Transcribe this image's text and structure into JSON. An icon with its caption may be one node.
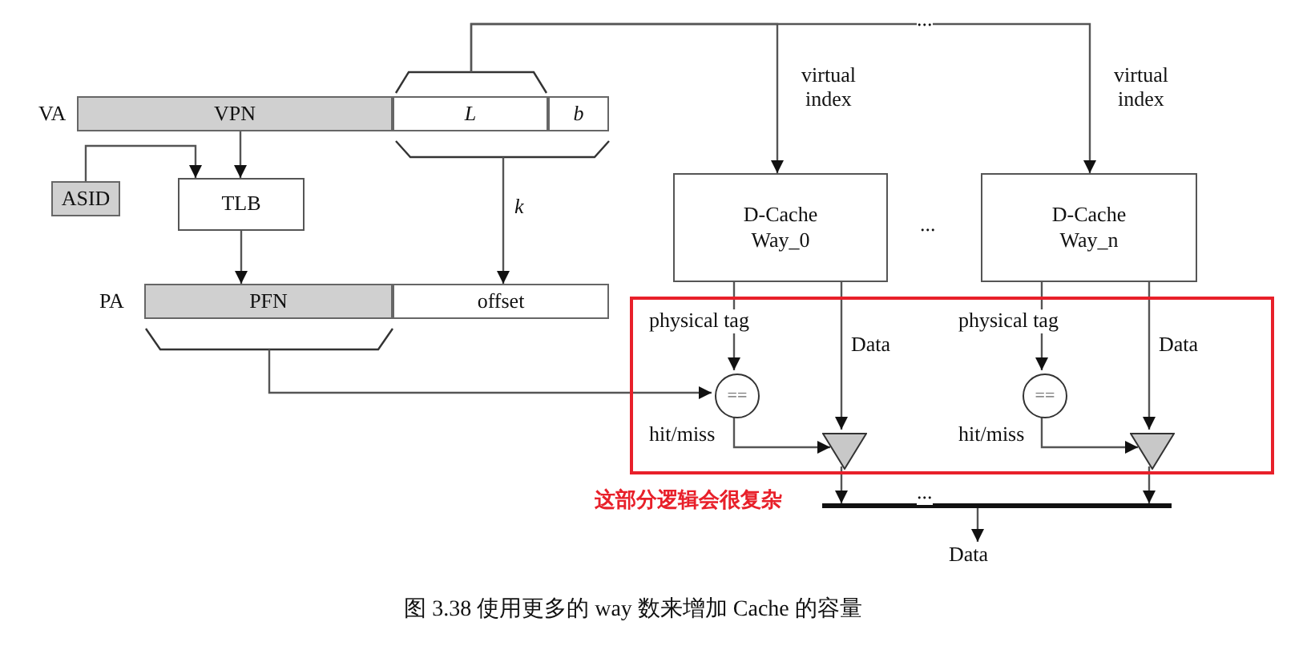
{
  "diagram": {
    "caption": "图 3.38 使用更多的 way 数来增加 Cache 的容量",
    "nodes": [
      {
        "text": [
          "VPN"
        ],
        "beside": [
          "VA"
        ]
      },
      {
        "text": [
          "L"
        ]
      },
      {
        "text": [
          "b"
        ]
      },
      {
        "text": [
          "ASID"
        ]
      },
      {
        "text": [
          "TLB"
        ]
      },
      {
        "text": [
          "D-Cache Way_0"
        ]
      },
      {
        "text": [
          "D-Cache Way_n"
        ]
      },
      {
        "text": [
          "PFN"
        ],
        "beside": [
          "PA"
        ]
      },
      {
        "text": [
          "offset"
        ]
      },
      {
        "text": [
          "这部分逻辑会很复杂"
        ]
      },
      {
        "text": [
          "=="
        ],
        "in": 9
      },
      {
        "text": [],
        "shape": "triangle",
        "in": 9
      },
      {
        "text": [
          "=="
        ],
        "in": 9
      },
      {
        "text": [],
        "shape": "triangle",
        "in": 9
      },
      {
        "text": [],
        "shape": "bar"
      },
      {
        "text": [
          "Data"
        ]
      }
    ],
    "edges": [
      {
        "from": 0,
        "to": 4,
        "arrow": "to"
      },
      {
        "from": 3,
        "to": 4,
        "arrow": "to"
      },
      {
        "from": 4,
        "to": 7,
        "arrow": "to"
      },
      {
        "from": 1,
        "to": 8,
        "arrow": "to",
        "label": "k"
      },
      {
        "from": 1,
        "to": 5,
        "arrow": "to",
        "label": "virtual index"
      },
      {
        "from": 1,
        "to": 6,
        "arrow": "to",
        "label": "virtual index"
      },
      {
        "from": 7,
        "to": 10,
        "arrow": "to"
      },
      {
        "from": 5,
        "to": 10,
        "arrow": "to",
        "label": "physical tag"
      },
      {
        "from": 5,
        "to": 11,
        "arrow": "to",
        "label": "Data"
      },
      {
        "from": 10,
        "to": 11,
        "arrow": "to",
        "label": "hit/miss"
      },
      {
        "from": 11,
        "to": 14,
        "arrow": "to"
      },
      {
        "from": 6,
        "to": 12,
        "arrow": "to",
        "label": "physical tag"
      },
      {
        "from": 6,
        "to": 13,
        "arrow": "to",
        "label": "Data"
      },
      {
        "from": 12,
        "to": 13,
        "arrow": "to",
        "label": "hit/miss"
      },
      {
        "from": 13,
        "to": 14,
        "arrow": "to"
      },
      {
        "from": 14,
        "to": 15,
        "arrow": "to"
      }
    ],
    "labels": [
      "...",
      "...",
      "..."
    ]
  }
}
